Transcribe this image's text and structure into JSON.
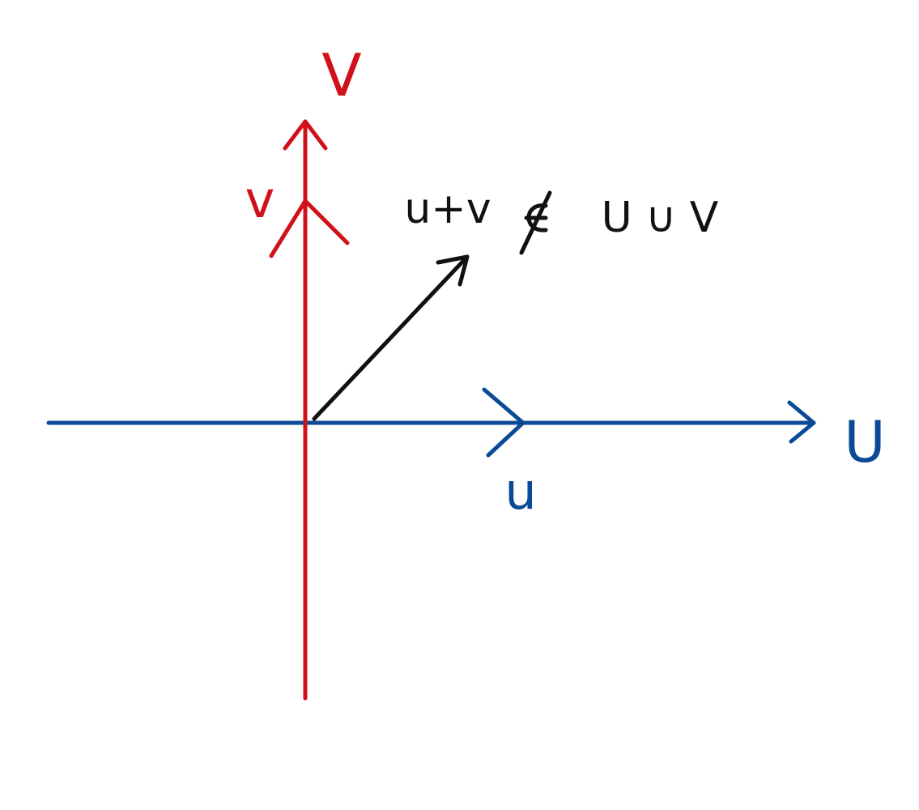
{
  "colors": {
    "background": "#ffffff",
    "u_space": "#0b4a96",
    "v_space": "#d0101a",
    "sum_vector": "#111111"
  },
  "labels": {
    "V_axis": "V",
    "v_vector": "v",
    "U_axis": "U",
    "u_vector": "u",
    "sum_lhs": "u+v",
    "sum_rhs": "U ∪ V"
  }
}
